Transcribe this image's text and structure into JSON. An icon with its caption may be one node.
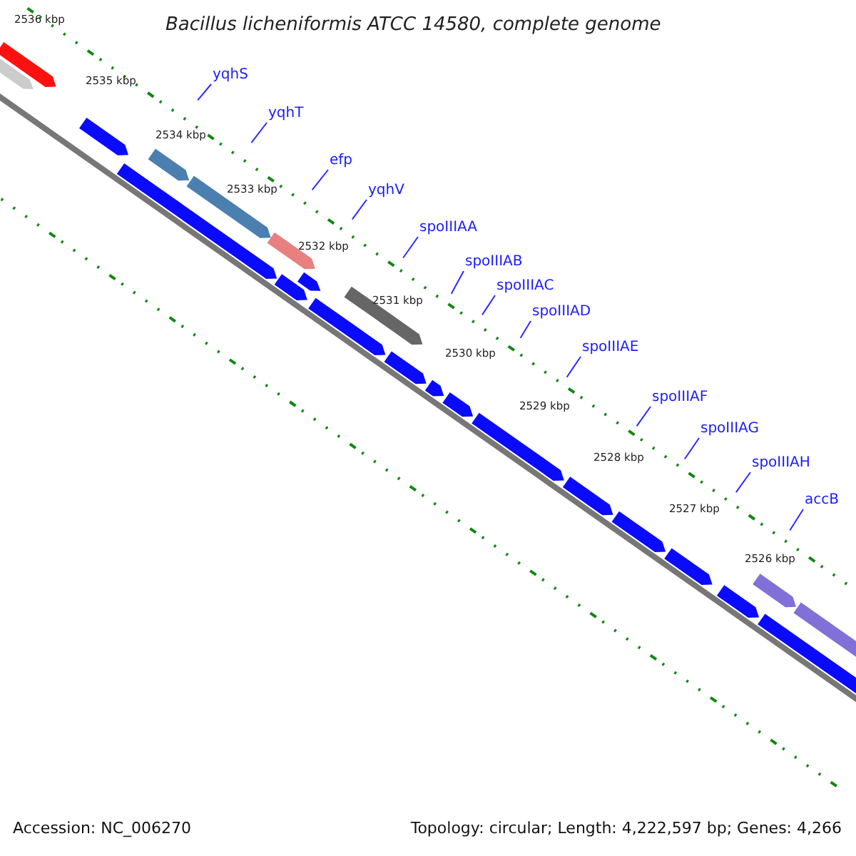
{
  "diagram": {
    "title": "Bacillus licheniformis ATCC 14580, complete genome",
    "nodes": [
      {
        "text": [
          "yqhS"
        ]
      },
      {
        "text": [
          "yqhT"
        ]
      },
      {
        "text": [
          "efp"
        ]
      },
      {
        "text": [
          "yqhV"
        ]
      },
      {
        "text": [
          "spoIIIAA"
        ]
      },
      {
        "text": [
          "spoIIIAB"
        ]
      },
      {
        "text": [
          "spoIIIAC"
        ]
      },
      {
        "text": [
          "spoIIIAD"
        ]
      },
      {
        "text": [
          "spoIIIAE"
        ]
      },
      {
        "text": [
          "spoIIIAF"
        ]
      },
      {
        "text": [
          "spoIIIAG"
        ]
      },
      {
        "text": [
          "spoIIIAH"
        ]
      },
      {
        "text": [
          "accB"
        ]
      }
    ],
    "edges": [
      {
        "from": 0,
        "to": null,
        "arrow": "none"
      },
      {
        "from": 1,
        "to": null,
        "arrow": "none"
      },
      {
        "from": 2,
        "to": null,
        "arrow": "none"
      },
      {
        "from": 3,
        "to": null,
        "arrow": "none"
      },
      {
        "from": 4,
        "to": null,
        "arrow": "none"
      },
      {
        "from": 5,
        "to": null,
        "arrow": "none"
      },
      {
        "from": 6,
        "to": null,
        "arrow": "none"
      },
      {
        "from": 7,
        "to": null,
        "arrow": "none"
      },
      {
        "from": 8,
        "to": null,
        "arrow": "none"
      },
      {
        "from": 9,
        "to": null,
        "arrow": "none"
      },
      {
        "from": 10,
        "to": null,
        "arrow": "none"
      },
      {
        "from": 11,
        "to": null,
        "arrow": "none"
      },
      {
        "from": 12,
        "to": null,
        "arrow": "none"
      }
    ],
    "labels": [
      "2536 kbp",
      "2535 kbp",
      "2534 kbp",
      "2533 kbp",
      "2532 kbp",
      "2531 kbp",
      "2530 kbp",
      "2529 kbp",
      "2528 kbp",
      "2527 kbp",
      "2526 kbp",
      "Accession: NC_006270",
      "Topology: circular; Length: 4,222,597 bp; Genes: 4,266"
    ]
  }
}
